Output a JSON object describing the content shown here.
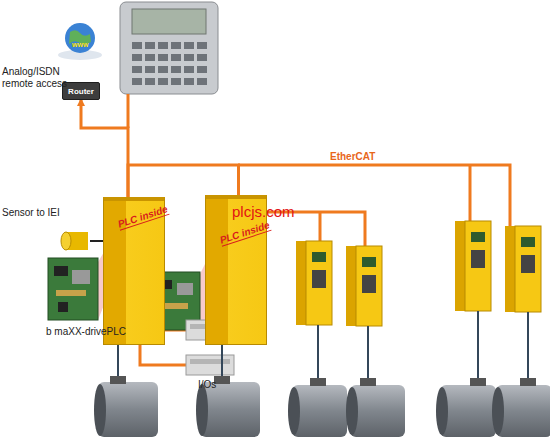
{
  "diagram": {
    "nodes": [
      {
        "text": [
          "Router"
        ]
      },
      {
        "text": [
          "PLC inside"
        ]
      },
      {
        "text": [
          "PLC inside"
        ]
      }
    ],
    "edges": [
      {
        "from": 1,
        "to": 0,
        "arrow": "to"
      },
      {
        "from": 1,
        "to": 2,
        "arrow": "none"
      }
    ],
    "labels": [
      "Analog/ISDN remote access",
      "www",
      "EtherCAT",
      "plcjs.com",
      "Sensor to IEI",
      "b maXX-drivePLC",
      "I/Os"
    ]
  }
}
